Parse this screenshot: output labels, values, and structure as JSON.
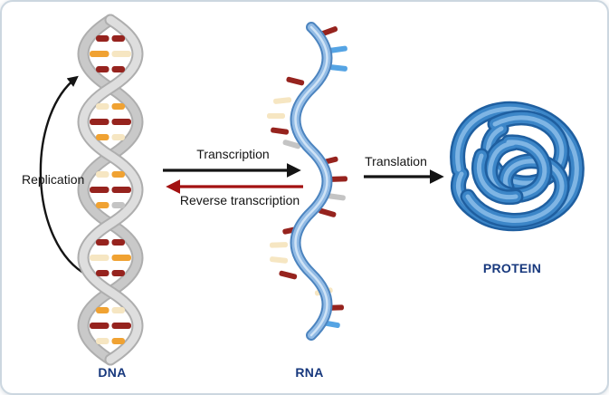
{
  "diagram": {
    "type": "central-dogma",
    "nodes": [
      {
        "id": "dna",
        "label": "DNA"
      },
      {
        "id": "rna",
        "label": "RNA"
      },
      {
        "id": "protein",
        "label": "PROTEIN"
      }
    ],
    "processes": [
      {
        "id": "replication",
        "label": "Replication",
        "from": "dna",
        "to": "dna",
        "arrow_color": "#141414"
      },
      {
        "id": "transcription",
        "label": "Transcription",
        "from": "dna",
        "to": "rna",
        "arrow_color": "#141414"
      },
      {
        "id": "reverse_transcription",
        "label": "Reverse transcription",
        "from": "rna",
        "to": "dna",
        "arrow_color": "#a31111"
      },
      {
        "id": "translation",
        "label": "Translation",
        "from": "rna",
        "to": "protein",
        "arrow_color": "#141414"
      }
    ],
    "colors": {
      "node_label_blue": "#17387d",
      "arrow_black": "#141414",
      "arrow_red": "#a31111",
      "dna_strand_gray": "#dedede",
      "rna_strand_blue": "#92bbe5",
      "protein_blue": "#3c86c8",
      "base_dark_red": "#96231e",
      "base_orange": "#f0a232",
      "base_cream": "#f6e6c2",
      "base_light_blue": "#55a4e4",
      "base_gray": "#c4c4c4",
      "frame_border": "#ccd7e0"
    }
  }
}
